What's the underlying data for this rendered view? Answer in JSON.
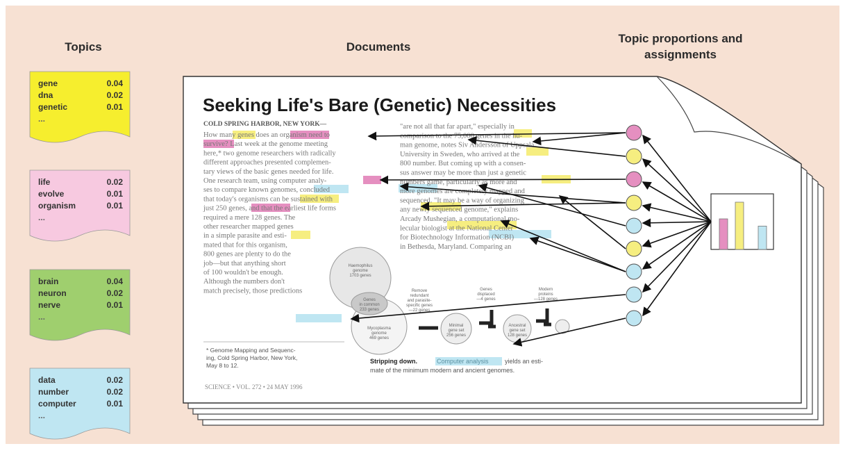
{
  "headers": {
    "topics": "Topics",
    "documents": "Documents",
    "proportions_line1": "Topic proportions and",
    "proportions_line2": "assignments"
  },
  "topics": [
    {
      "color": "#f6ee2e",
      "dots": "...",
      "words": [
        {
          "word": "gene",
          "prob": "0.04"
        },
        {
          "word": "dna",
          "prob": "0.02"
        },
        {
          "word": "genetic",
          "prob": "0.01"
        }
      ]
    },
    {
      "color": "#f7c9e0",
      "dots": "...",
      "words": [
        {
          "word": "life",
          "prob": "0.02"
        },
        {
          "word": "evolve",
          "prob": "0.01"
        },
        {
          "word": "organism",
          "prob": "0.01"
        }
      ]
    },
    {
      "color": "#9fcf6e",
      "dots": "...",
      "words": [
        {
          "word": "brain",
          "prob": "0.04"
        },
        {
          "word": "neuron",
          "prob": "0.02"
        },
        {
          "word": "nerve",
          "prob": "0.01"
        }
      ]
    },
    {
      "color": "#bfe6f2",
      "dots": "...",
      "words": [
        {
          "word": "data",
          "prob": "0.02"
        },
        {
          "word": "number",
          "prob": "0.02"
        },
        {
          "word": "computer",
          "prob": "0.01"
        }
      ]
    }
  ],
  "document": {
    "title": "Seeking Life's Bare (Genetic) Necessities",
    "dateline": "COLD SPRING HARBOR, NEW YORK—",
    "left_col": [
      "How many genes does an organism need to",
      "survive? Last week at the genome meeting",
      "here,* two genome researchers with radically",
      "different approaches presented complemen-",
      "tary views of the basic genes needed for life.",
      "One research team, using computer analy-",
      "ses to compare known genomes, concluded",
      "that today's organisms can be sustained with",
      "just 250 genes, and that the earliest life forms",
      "required a mere 128 genes. The",
      "other researcher mapped genes",
      "in a simple parasite and esti-",
      "mated that for this organism,",
      "800 genes are plenty to do the",
      "job—but that anything short",
      "of 100 wouldn't be enough.",
      "   Although the numbers don't",
      "match precisely, those predictions"
    ],
    "right_col": [
      "\"are not all that far apart,\" especially in",
      "comparison to the 75,000 genes in the hu-",
      "man genome, notes Siv Andersson of Uppsala",
      "University in Sweden, who arrived at the",
      "800 number. But coming up with a consen-",
      "sus answer may be more than just a genetic",
      "numbers game, particularly as more and",
      "more genomes are completely mapped and",
      "sequenced. \"It may be a way of organizing",
      "any newly sequenced genome,\" explains",
      "   Arcady Mushegian, a computational mo-",
      "lecular biologist at the National Center",
      "for Biotechnology Information (NCBI)",
      "in Bethesda, Maryland. Comparing an"
    ],
    "footnote": [
      "* Genome Mapping and Sequenc-",
      "ing, Cold Spring Harbor, New York,",
      "May 8 to 12."
    ],
    "caption_bold": "Stripping down.",
    "caption_highlight": "Computer analysis",
    "caption_rest1": "yields an esti-",
    "caption_rest2": "mate of the minimum modern and ancient genomes.",
    "footer": "SCIENCE • VOL. 272 • 24 MAY 1996",
    "figure_labels": {
      "haemophilus": [
        "Haemophilus",
        "genome",
        "1703 genes"
      ],
      "mycoplasma": [
        "Mycoplasma",
        "genome",
        "469 genes"
      ],
      "genes_in_common": [
        "Genes",
        "in common",
        "233 genes"
      ],
      "minimal": [
        "Minimal",
        "gene set",
        "256 genes"
      ],
      "ancestral": [
        "Ancestral",
        "gene set",
        "128 genes"
      ],
      "removal1": [
        "Remove",
        "redundant",
        "and parasite-",
        "specific genes",
        "—22 genes"
      ],
      "removal2": [
        "Genes",
        "displaced",
        "—4 genes"
      ],
      "removal3": [
        "Modern",
        "proteins",
        "—128 genes"
      ]
    }
  },
  "proportions": {
    "circle_colors": [
      "#e58fc0",
      "#f6ee80",
      "#e58fc0",
      "#f6ee80",
      "#bfe6f2",
      "#f6ee80",
      "#bfe6f2",
      "#bfe6f2",
      "#bfe6f2"
    ],
    "histogram": [
      {
        "color": "#e58fc0",
        "value": 0.55
      },
      {
        "color": "#f6ee80",
        "value": 0.85
      },
      {
        "color": "#bfe6f2",
        "value": 0.42
      }
    ]
  },
  "colors": {
    "background": "#f7e1d3",
    "pink": "#e58fc0",
    "yellow": "#f6ee80",
    "blue": "#bfe6f2"
  }
}
